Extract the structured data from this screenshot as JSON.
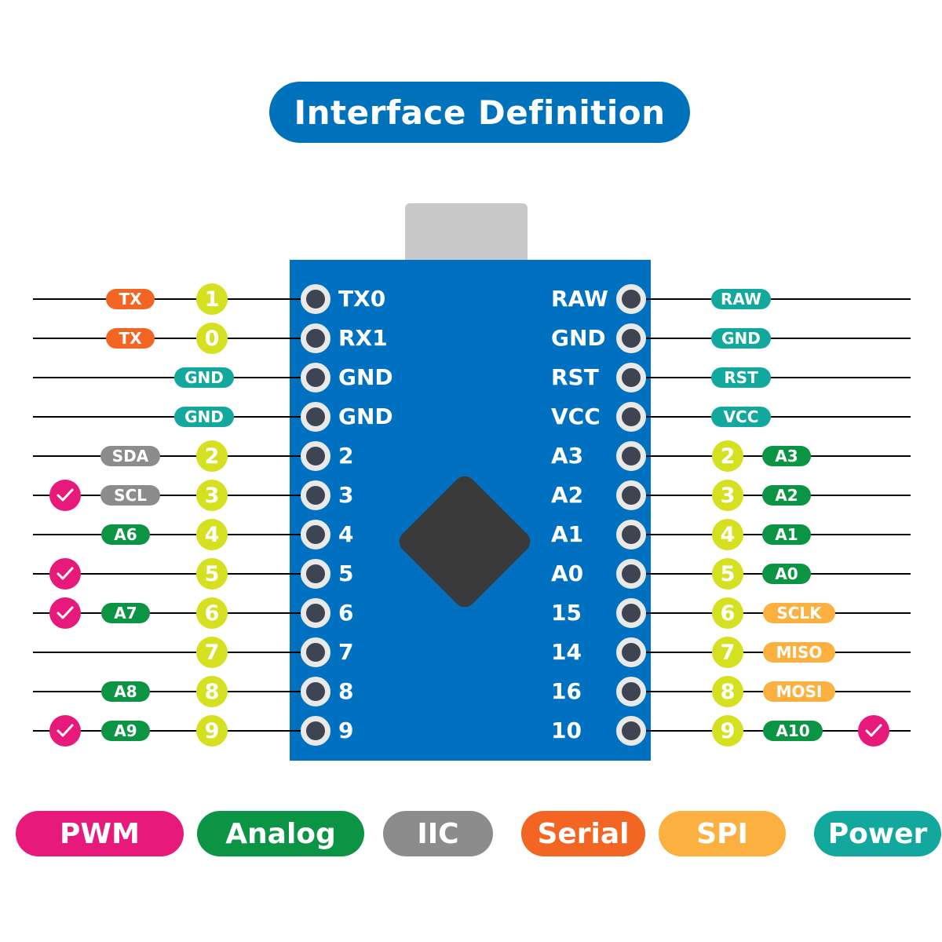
{
  "title": "Interface Definition",
  "colors": {
    "title": "#0072bc",
    "board": "#0070c0",
    "usb": "#c8c8c8",
    "chip": "#3a3a3a",
    "pin_number": "#d4e020",
    "pwm": "#e7197a",
    "analog": "#0b9444",
    "iic": "#8c8c8c",
    "serial": "#f26522",
    "spi": "#fbb040",
    "power": "#12a89d"
  },
  "left_pins": [
    {
      "label": "TX0",
      "number": "1",
      "tag": "TX",
      "tag_type": "serial",
      "pwm": false
    },
    {
      "label": "RX1",
      "number": "0",
      "tag": "TX",
      "tag_type": "serial",
      "pwm": false
    },
    {
      "label": "GND",
      "number": "",
      "tag": "GND",
      "tag_type": "power",
      "pwm": false
    },
    {
      "label": "GND",
      "number": "",
      "tag": "GND",
      "tag_type": "power",
      "pwm": false
    },
    {
      "label": "2",
      "number": "2",
      "tag": "SDA",
      "tag_type": "iic",
      "pwm": false
    },
    {
      "label": "3",
      "number": "3",
      "tag": "SCL",
      "tag_type": "iic",
      "pwm": true
    },
    {
      "label": "4",
      "number": "4",
      "tag": "A6",
      "tag_type": "analog",
      "pwm": false
    },
    {
      "label": "5",
      "number": "5",
      "tag": "",
      "tag_type": "",
      "pwm": true
    },
    {
      "label": "6",
      "number": "6",
      "tag": "A7",
      "tag_type": "analog",
      "pwm": true
    },
    {
      "label": "7",
      "number": "7",
      "tag": "",
      "tag_type": "",
      "pwm": false
    },
    {
      "label": "8",
      "number": "8",
      "tag": "A8",
      "tag_type": "analog",
      "pwm": false
    },
    {
      "label": "9",
      "number": "9",
      "tag": "A9",
      "tag_type": "analog",
      "pwm": true
    }
  ],
  "right_pins": [
    {
      "label": "RAW",
      "number": "",
      "tag": "RAW",
      "tag_type": "power",
      "pwm": false
    },
    {
      "label": "GND",
      "number": "",
      "tag": "GND",
      "tag_type": "power",
      "pwm": false
    },
    {
      "label": "RST",
      "number": "",
      "tag": "RST",
      "tag_type": "power",
      "pwm": false
    },
    {
      "label": "VCC",
      "number": "",
      "tag": "VCC",
      "tag_type": "power",
      "pwm": false
    },
    {
      "label": "A3",
      "number": "2",
      "tag": "A3",
      "tag_type": "analog",
      "pwm": false
    },
    {
      "label": "A2",
      "number": "3",
      "tag": "A2",
      "tag_type": "analog",
      "pwm": false
    },
    {
      "label": "A1",
      "number": "4",
      "tag": "A1",
      "tag_type": "analog",
      "pwm": false
    },
    {
      "label": "A0",
      "number": "5",
      "tag": "A0",
      "tag_type": "analog",
      "pwm": false
    },
    {
      "label": "15",
      "number": "6",
      "tag": "SCLK",
      "tag_type": "spi",
      "pwm": false
    },
    {
      "label": "14",
      "number": "7",
      "tag": "MISO",
      "tag_type": "spi",
      "pwm": false
    },
    {
      "label": "16",
      "number": "8",
      "tag": "MOSI",
      "tag_type": "spi",
      "pwm": false
    },
    {
      "label": "10",
      "number": "9",
      "tag": "A10",
      "tag_type": "analog",
      "pwm": true
    }
  ],
  "legend": [
    {
      "label": "PWM",
      "type": "pwm"
    },
    {
      "label": "Analog",
      "type": "analog"
    },
    {
      "label": "IIC",
      "type": "iic"
    },
    {
      "label": "Serial",
      "type": "serial"
    },
    {
      "label": "SPI",
      "type": "spi"
    },
    {
      "label": "Power",
      "type": "power"
    }
  ]
}
